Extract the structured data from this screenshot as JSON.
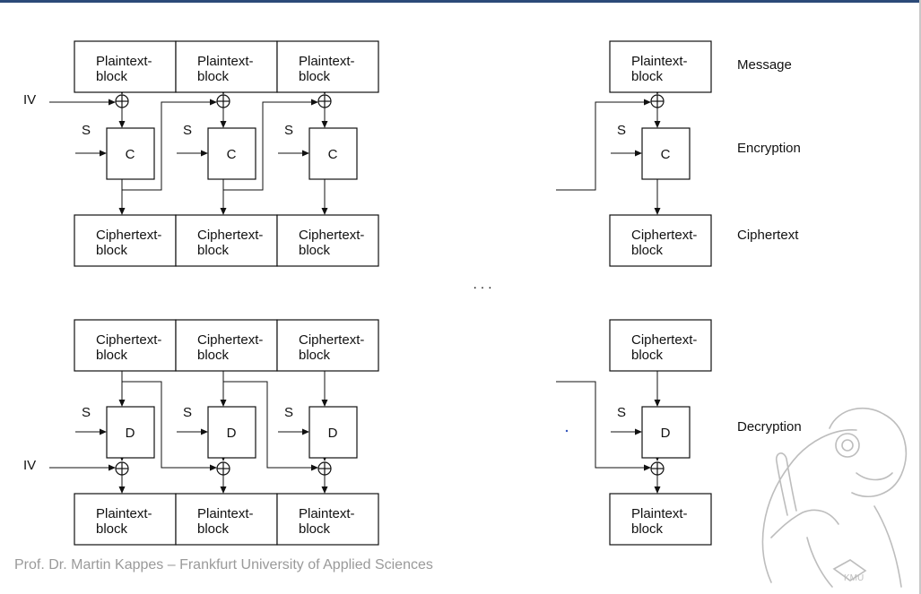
{
  "encryption": {
    "plaintext_blocks": [
      [
        "Plaintext-",
        "block"
      ],
      [
        "Plaintext-",
        "block"
      ],
      [
        "Plaintext-",
        "block"
      ],
      [
        "Plaintext-",
        "block"
      ]
    ],
    "cipher_label": "C",
    "ciphertext_blocks": [
      [
        "Ciphertext-",
        "block"
      ],
      [
        "Ciphertext-",
        "block"
      ],
      [
        "Ciphertext-",
        "block"
      ],
      [
        "Ciphertext-",
        "block"
      ]
    ]
  },
  "decryption": {
    "ciphertext_blocks": [
      [
        "Ciphertext-",
        "block"
      ],
      [
        "Ciphertext-",
        "block"
      ],
      [
        "Ciphertext-",
        "block"
      ],
      [
        "Ciphertext-",
        "block"
      ]
    ],
    "decipher_label": "D",
    "plaintext_blocks": [
      [
        "Plaintext-",
        "block"
      ],
      [
        "Plaintext-",
        "block"
      ],
      [
        "Plaintext-",
        "block"
      ],
      [
        "Plaintext-",
        "block"
      ]
    ]
  },
  "key_label": "S",
  "iv_label": "IV",
  "xor_symbol": "⊕",
  "ellipsis": ". . .",
  "side_labels": {
    "message": "Message",
    "encryption": "Encryption",
    "ciphertext": "Ciphertext",
    "decryption": "Decryption"
  },
  "footer": "Prof. Dr. Martin Kappes – Frankfurt University of Applied Sciences",
  "mascot_text": "KMU",
  "colors": {
    "topbar": "#2b4a78",
    "footer": "#9a9a9a",
    "mascot": "#bdbdbd"
  }
}
